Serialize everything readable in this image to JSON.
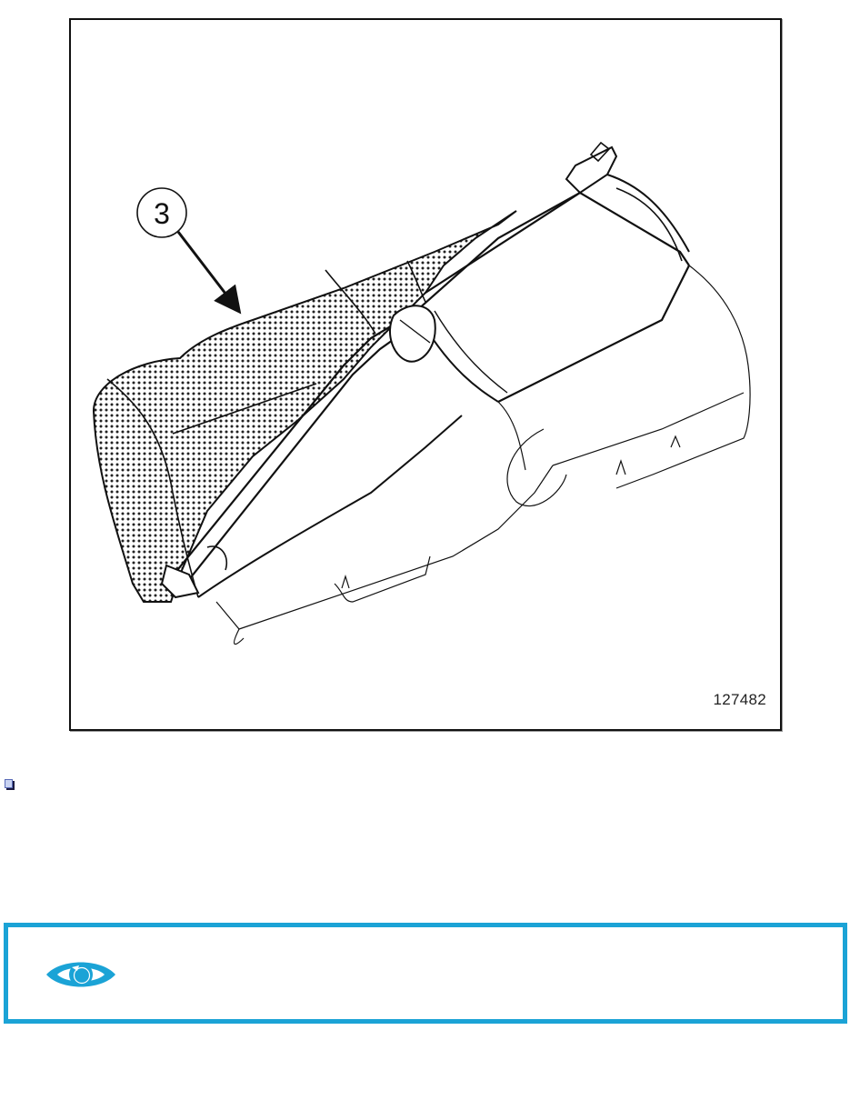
{
  "figure": {
    "number": "127482",
    "callouts": [
      {
        "label": "3",
        "description": "Shaded component (stippled area)"
      }
    ],
    "line_color": "#111111",
    "frame_color": "#111111"
  },
  "bullet": {
    "icon": "square-bullet-icon",
    "color_fill": "#c9d3f2",
    "color_border": "#5a6bb8"
  },
  "note": {
    "icon": "eye-icon",
    "border_color": "#1ba3d6",
    "icon_color": "#1ba3d6",
    "text": ""
  }
}
